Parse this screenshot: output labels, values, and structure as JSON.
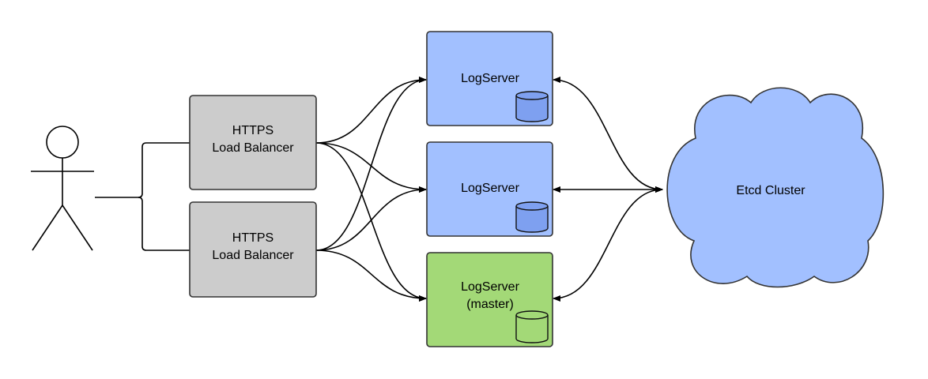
{
  "actor": {
    "name": "user"
  },
  "load_balancers": [
    {
      "lines": [
        "HTTPS",
        "Load Balancer"
      ]
    },
    {
      "lines": [
        "HTTPS",
        "Load Balancer"
      ]
    }
  ],
  "log_servers": [
    {
      "lines": [
        "LogServer"
      ],
      "color": "#a2c0ff",
      "db_color": "#7ea0f0"
    },
    {
      "lines": [
        "LogServer"
      ],
      "color": "#a2c0ff",
      "db_color": "#7ea0f0"
    },
    {
      "lines": [
        "LogServer",
        "(master)"
      ],
      "color": "#a3d977",
      "db_color": "#a3d977"
    }
  ],
  "cluster": {
    "label": "Etcd Cluster",
    "color": "#a2c0ff"
  }
}
